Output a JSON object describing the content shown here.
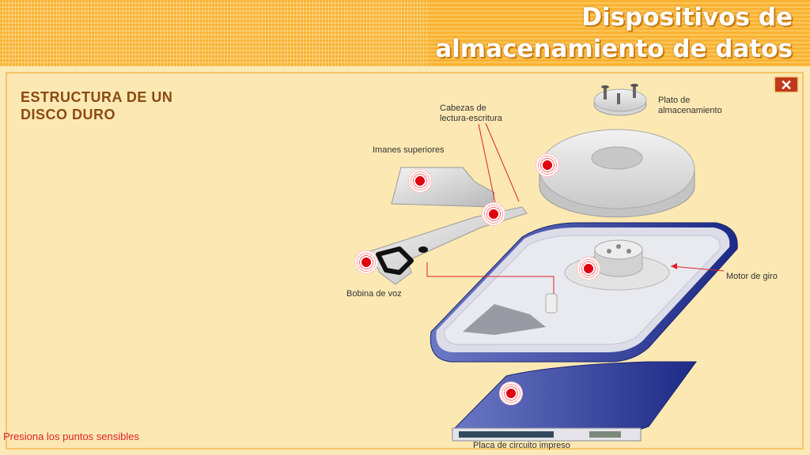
{
  "header": {
    "title_line1": "Dispositivos de",
    "title_line2": "almacenamiento de datos"
  },
  "panel": {
    "title_line1": "ESTRUCTURA DE UN",
    "title_line2": "DISCO DURO",
    "close_label": "✕",
    "instructions": "Presiona los puntos sensibles"
  },
  "labels": {
    "plato_line1": "Plato de",
    "plato_line2": "almacenamiento",
    "cabezas_line1": "Cabezas de",
    "cabezas_line2": "lectura-escritura",
    "imanes": "Imanes superiores",
    "motor": "Motor de giro",
    "bobina": "Bobina de voz",
    "placa": "Placa de circuito impreso"
  },
  "colors": {
    "header_orange": "#f9b233",
    "panel_bg": "#fbe8b3",
    "title_brown": "#8a4a12",
    "hotspot_red": "#e00010",
    "casing_blue": "#2b3a93",
    "close_red": "#c0391b"
  }
}
